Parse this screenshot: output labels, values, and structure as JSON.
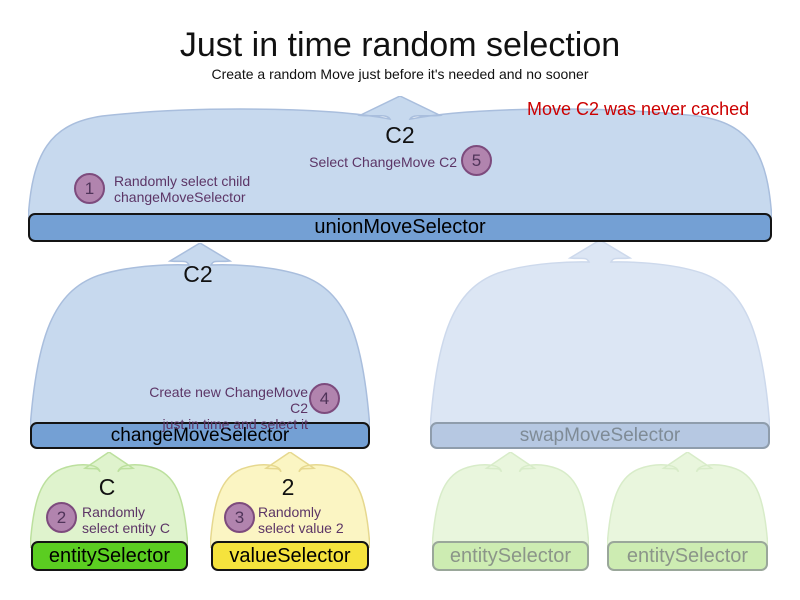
{
  "title": "Just in time random selection",
  "subtitle": "Create a random Move just before it's needed and no sooner",
  "note": {
    "text": "Move C2 was never cached"
  },
  "selectors": {
    "union": {
      "label": "unionMoveSelector",
      "cached_move": "C2"
    },
    "change": {
      "label": "changeMoveSelector",
      "cached_move": "C2"
    },
    "swap": {
      "label": "swapMoveSelector"
    },
    "entity": {
      "label": "entitySelector",
      "cached_value": "C"
    },
    "value": {
      "label": "valueSelector",
      "cached_value": "2"
    },
    "entity_faded_left": {
      "label": "entitySelector"
    },
    "entity_faded_right": {
      "label": "entitySelector"
    }
  },
  "steps": {
    "step1": {
      "num": "1",
      "line1": "Randomly select child",
      "line2": "changeMoveSelector"
    },
    "step2": {
      "num": "2",
      "line1": "Randomly",
      "line2": "select entity C"
    },
    "step3": {
      "num": "3",
      "line1": "Randomly",
      "line2": "select value 2"
    },
    "step4": {
      "num": "4",
      "line1": "Create new ChangeMove C2",
      "line2": "just in time and select it"
    },
    "step5": {
      "num": "5",
      "line1": "Select ChangeMove C2"
    }
  },
  "colors": {
    "note_red": "#cc0000",
    "annotation_purple": "#5c3566",
    "step_badge_fill": "#b184ae",
    "step_badge_border": "#7d4b7d",
    "cached_funnel_blue": "#c7d9ee",
    "cached_funnel_blue_stroke": "#a9bedd",
    "selector_bar_blue": "#74a0d4",
    "faded_funnel_blue": "#dce6f4",
    "faded_funnel_blue_stroke": "#cdd9ec",
    "faded_bar_blue": "#b6c8e2",
    "entity_funnel_green": "#dff3cd",
    "entity_funnel_green_stroke": "#bce09e",
    "entity_bar_green": "#5bcd21",
    "value_funnel_yellow": "#fbf5c3",
    "value_funnel_yellow_stroke": "#e6d88f",
    "value_bar_yellow": "#f5e33d",
    "faded_funnel_green": "#e9f6dd",
    "faded_funnel_green_stroke": "#d8ecc9",
    "faded_bar_green": "#cdecb2"
  }
}
